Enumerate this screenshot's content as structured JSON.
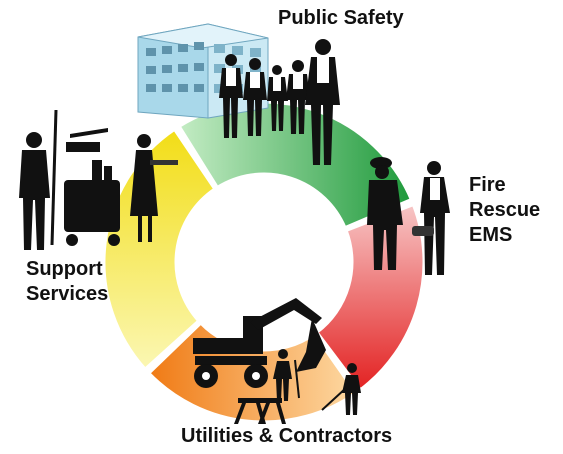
{
  "segments": [
    {
      "id": "public-safety",
      "lines": [
        "Public Safety"
      ],
      "color_light": "#c4ecc4",
      "color_dark": "#1f9a3c"
    },
    {
      "id": "fire-rescue-ems",
      "lines": [
        "Fire",
        "Rescue",
        "EMS"
      ],
      "color_light": "#f7c6c6",
      "color_dark": "#e32222"
    },
    {
      "id": "utilities-contractors",
      "lines": [
        "Utilities & Contractors"
      ],
      "color_light": "#fdd9a3",
      "color_dark": "#f07a14"
    },
    {
      "id": "support-services",
      "lines": [
        "Support",
        "Services"
      ],
      "color_light": "#fbf7b3",
      "color_dark": "#f2dd16"
    }
  ],
  "icons": [
    "office-building-icon",
    "police-officers-group-icon",
    "firefighter-icon",
    "paramedic-icon",
    "excavator-icon",
    "construction-workers-icon",
    "janitor-icon",
    "cleaning-cart-icon",
    "server-woman-icon"
  ]
}
